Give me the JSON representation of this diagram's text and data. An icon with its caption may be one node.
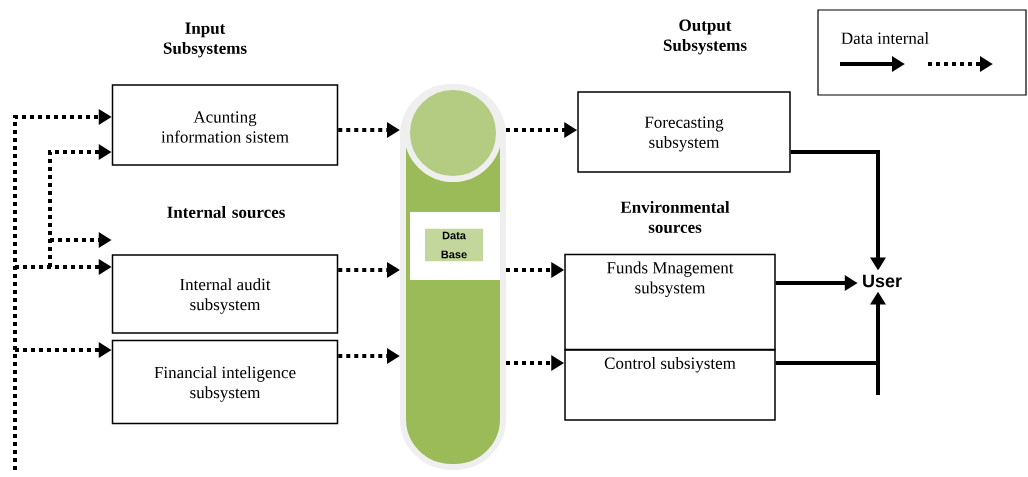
{
  "diagram": {
    "nodes": [
      {
        "text": [
          "Acunting information sistem"
        ]
      },
      {
        "text": [
          "Internal audit subsystem"
        ]
      },
      {
        "text": [
          "Financial inteligence subsystem"
        ]
      },
      {
        "text": [
          "Data Base"
        ]
      },
      {
        "text": [
          "Forecasting subsystem"
        ]
      },
      {
        "text": [
          "Funds Mnagement subsystem"
        ]
      },
      {
        "text": [
          "Control subsiystem"
        ]
      },
      {
        "text": [
          "User"
        ]
      }
    ],
    "edges": [
      {
        "from": null,
        "to": 0,
        "arrow": "to",
        "style": "dashed"
      },
      {
        "from": null,
        "to": 0,
        "arrow": "to",
        "style": "dashed"
      },
      {
        "from": null,
        "to": 1,
        "arrow": "to",
        "style": "dashed"
      },
      {
        "from": null,
        "to": 1,
        "arrow": "to",
        "style": "dashed"
      },
      {
        "from": null,
        "to": 2,
        "arrow": "to",
        "style": "dashed"
      },
      {
        "from": 0,
        "to": 3,
        "arrow": "to",
        "style": "dashed"
      },
      {
        "from": 1,
        "to": 3,
        "arrow": "to",
        "style": "dashed"
      },
      {
        "from": 2,
        "to": 3,
        "arrow": "to",
        "style": "dashed"
      },
      {
        "from": 3,
        "to": 4,
        "arrow": "to",
        "style": "dashed"
      },
      {
        "from": 3,
        "to": 5,
        "arrow": "to",
        "style": "dashed"
      },
      {
        "from": 3,
        "to": 6,
        "arrow": "to",
        "style": "dashed"
      },
      {
        "from": 4,
        "to": 7,
        "arrow": "to"
      },
      {
        "from": 5,
        "to": 7,
        "arrow": "to"
      },
      {
        "from": 6,
        "to": 7,
        "arrow": "to"
      }
    ],
    "labels": [
      "Input Subsystems",
      "Internal sources",
      "Output Subsystems",
      "Environmental sources"
    ],
    "legend": [
      {
        "text": "Data internal"
      }
    ]
  }
}
